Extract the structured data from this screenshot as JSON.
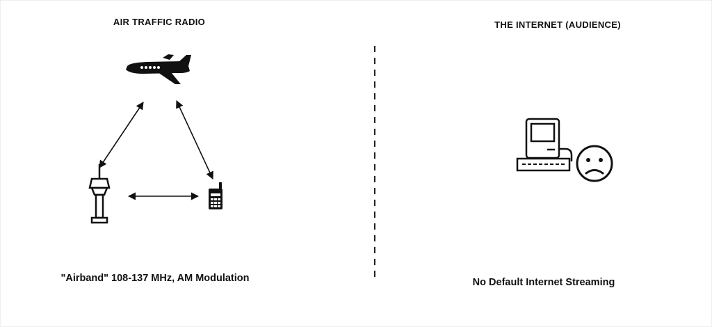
{
  "left_panel": {
    "title": "AIR TRAFFIC RADIO",
    "caption": "\"Airband\" 108-137 MHz, AM Modulation",
    "nodes": [
      "airplane-icon",
      "control-tower-icon",
      "handheld-radio-icon"
    ]
  },
  "right_panel": {
    "title": "THE INTERNET (AUDIENCE)",
    "caption": "No Default Internet Streaming",
    "nodes": [
      "computer-icon",
      "sad-face-icon"
    ]
  },
  "colors": {
    "ink": "#111111",
    "background": "#ffffff",
    "divider": "#222222"
  }
}
